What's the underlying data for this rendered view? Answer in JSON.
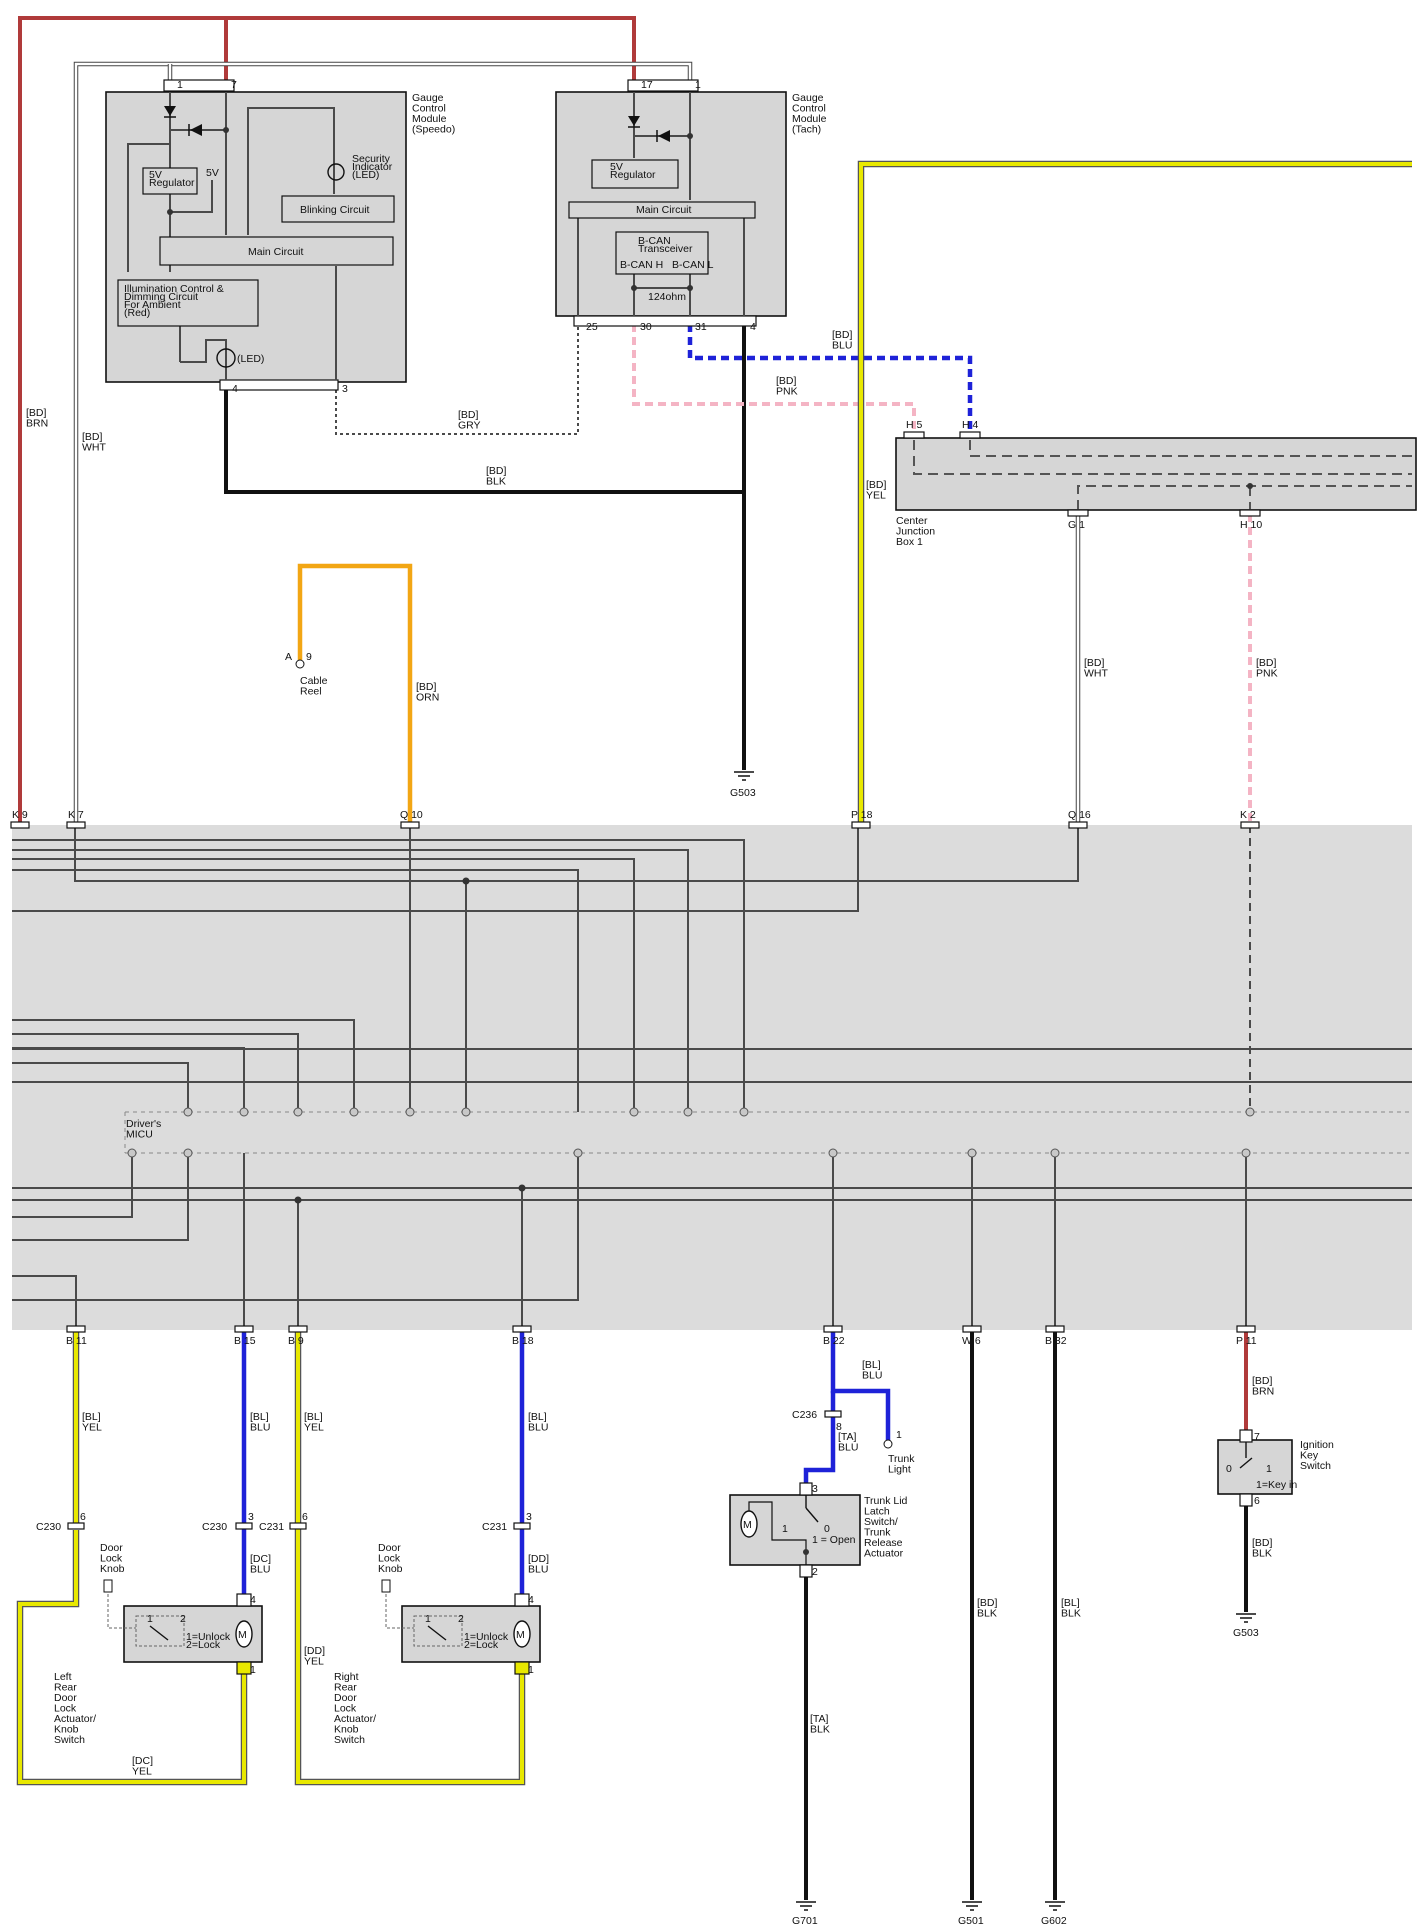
{
  "components": {
    "speedo": {
      "name": "Gauge\nControl\nModule\n(Speedo)",
      "pins": [
        "1",
        "7",
        "4",
        "3"
      ],
      "blocks": {
        "reg": "5V\nRegulator",
        "v5": "5V",
        "security": "Security\nIndicator\n(LED)",
        "blink": "Blinking Circuit",
        "main": "Main Circuit",
        "illum": "Illumination Control &\nDimming Circuit\nFor Ambient\n(Red)",
        "led": "(LED)"
      }
    },
    "tach": {
      "name": "Gauge\nControl\nModule\n(Tach)",
      "pins": [
        "17",
        "1",
        "25",
        "30",
        "31",
        "4"
      ],
      "blocks": {
        "reg": "5V\nRegulator",
        "main": "Main Circuit",
        "bcan": "B-CAN\nTransceiver",
        "canh": "B-CAN H",
        "canl": "B-CAN L",
        "res": "124ohm"
      }
    },
    "cjb": {
      "name": "Center\nJunction\nBox 1",
      "pins": [
        "H 5",
        "H 4",
        "G 1",
        "H 10"
      ]
    },
    "cable_reel": {
      "name": "Cable\nReel",
      "pin_a": "A",
      "pin_9": "9"
    },
    "micu": {
      "name": "Driver's\nMICU",
      "top_pins": [
        "K 9",
        "K 7",
        "Q 10",
        "P 18",
        "Q 16",
        "K 2"
      ],
      "bottom_pins": [
        "B 11",
        "B 15",
        "B 9",
        "B 18",
        "B 22",
        "W 6",
        "B 32",
        "P 11"
      ]
    },
    "left_door": {
      "name": "Left\nRear\nDoor\nLock\nActuator/\nKnob\nSwitch",
      "knob": "Door\nLock\nKnob",
      "legend": "1=Unlock\n2=Lock",
      "pins": [
        "4",
        "1"
      ]
    },
    "right_door": {
      "name": "Right\nRear\nDoor\nLock\nActuator/\nKnob\nSwitch",
      "knob": "Door\nLock\nKnob",
      "legend": "1=Unlock\n2=Lock",
      "pins": [
        "4",
        "1"
      ]
    },
    "trunk": {
      "name": "Trunk Lid\nLatch\nSwitch/\nTrunk\nRelease\nActuator",
      "legend": "1 = Open",
      "pins": [
        "3",
        "2"
      ]
    },
    "trunk_light": {
      "name": "Trunk\nLight",
      "pin": "1"
    },
    "ignition": {
      "name": "Ignition\nKey\nSwitch",
      "legend": "1=Key in",
      "pins": [
        "7",
        "6"
      ]
    }
  },
  "connectors": {
    "c230a": "C230",
    "c230a_pin": "6",
    "c230b": "C230",
    "c230b_pin": "3",
    "c231a": "C231",
    "c231a_pin": "6",
    "c231b": "C231",
    "c231b_pin": "3",
    "c236": "C236",
    "c236_pin": "8"
  },
  "wire_labels": {
    "brn_top": "[BD]\nBRN",
    "wht_top": "[BD]\nWHT",
    "gry": "[BD]\nGRY",
    "blk_top": "[BD]\nBLK",
    "blu_top": "[BD]\nBLU",
    "pnk_top": "[BD]\nPNK",
    "yel_top": "[BD]\nYEL",
    "orn": "[BD]\nORN",
    "wht_cjb": "[BD]\nWHT",
    "pnk_cjb": "[BD]\nPNK",
    "bl_yel_1": "[BL]\nYEL",
    "bl_blu_1": "[BL]\nBLU",
    "bl_yel_2": "[BL]\nYEL",
    "bl_blu_2": "[BL]\nBLU",
    "dc_blu": "[DC]\nBLU",
    "dd_blu": "[DD]\nBLU",
    "dd_yel": "[DD]\nYEL",
    "dc_yel": "[DC]\nYEL",
    "bl_blu_trunk": "[BL]\nBLU",
    "ta_blu": "[TA]\nBLU",
    "ta_blk": "[TA]\nBLK",
    "bd_blk_w6": "[BD]\nBLK",
    "bl_blk_b32": "[BL]\nBLK",
    "bd_brn_ign": "[BD]\nBRN",
    "bd_blk_ign": "[BD]\nBLK"
  },
  "grounds": {
    "g503a": "G503",
    "g503b": "G503",
    "g701": "G701",
    "g501": "G501",
    "g602": "G602"
  },
  "switch_positions": {
    "zero": "0",
    "one": "1",
    "two": "2"
  }
}
